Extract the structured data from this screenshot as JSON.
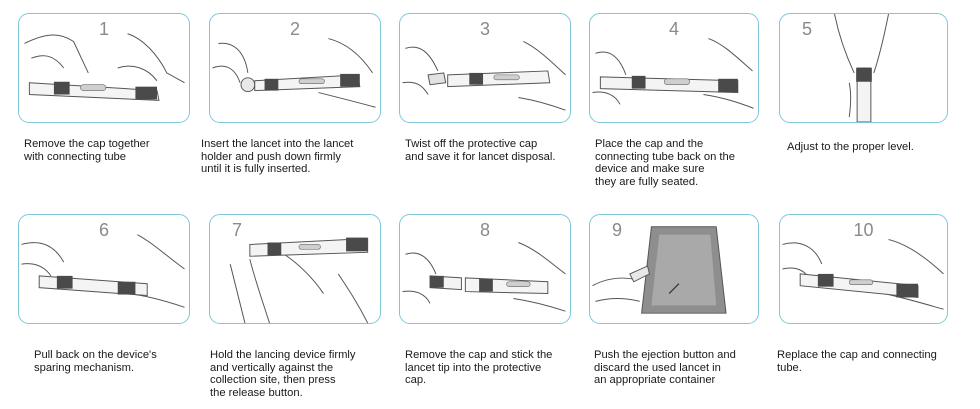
{
  "steps": [
    {
      "number": "1",
      "caption": "Remove the cap together\nwith connecting tube"
    },
    {
      "number": "2",
      "caption": "Insert the lancet into the lancet\nholder and push down firmly\nuntil it is fully inserted."
    },
    {
      "number": "3",
      "caption": "Twist off the protective cap\nand save it for lancet disposal."
    },
    {
      "number": "4",
      "caption": "Place the cap and the\nconnecting tube back on the\ndevice and make sure\nthey are fully seated."
    },
    {
      "number": "5",
      "caption": "Adjust to the proper level."
    },
    {
      "number": "6",
      "caption": "Pull back on the device's\nsparing mechanism."
    },
    {
      "number": "7",
      "caption": "Hold the lancing device firmly\nand vertically against the\ncollection site, then press\nthe release button."
    },
    {
      "number": "8",
      "caption": "Remove the cap and stick the\nlancet tip into the protective\ncap."
    },
    {
      "number": "9",
      "caption": "Push the ejection button and\ndiscard the used lancet in\nan appropriate container"
    },
    {
      "number": "10",
      "caption": "Replace the cap and connecting\ntube."
    }
  ],
  "colors": {
    "panel_border": "#7fc7d8",
    "number": "#8a8a8a",
    "device_band": "#4a4a4a"
  }
}
